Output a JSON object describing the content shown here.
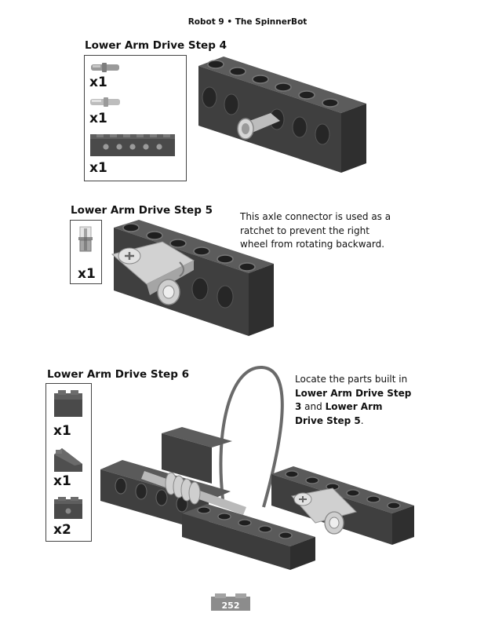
{
  "header": {
    "title": "Robot 9 • The SpinnerBot"
  },
  "step4": {
    "title": "Lower Arm Drive Step 4",
    "parts": [
      {
        "name": "short-pin-icon",
        "qty": "x1"
      },
      {
        "name": "long-pin-icon",
        "qty": "x1"
      },
      {
        "name": "technic-beam-1x6-icon",
        "qty": "x1"
      }
    ]
  },
  "step5": {
    "title": "Lower Arm Drive Step 5",
    "parts": [
      {
        "name": "axle-connector-icon",
        "qty": "x1"
      }
    ],
    "note": "This axle connector is used as a ratchet to prevent the right wheel from rotating backward."
  },
  "step6": {
    "title": "Lower Arm Drive Step 6",
    "parts": [
      {
        "name": "brick-2x2-icon",
        "qty": "x1"
      },
      {
        "name": "slope-brick-icon",
        "qty": "x1"
      },
      {
        "name": "plate-1x2-icon",
        "qty": "x2"
      }
    ],
    "note_prefix": "Locate the parts built in ",
    "note_ref1": "Lower Arm Drive Step 3",
    "note_mid": " and ",
    "note_ref2": "Lower Arm Drive Step 5",
    "note_suffix": "."
  },
  "footer": {
    "page_number": "252"
  },
  "colors": {
    "brick": "#4a4a4a",
    "brick_top": "#5c5c5c",
    "part_light": "#c9c9c9",
    "page_tab": "#8c8c8c"
  }
}
